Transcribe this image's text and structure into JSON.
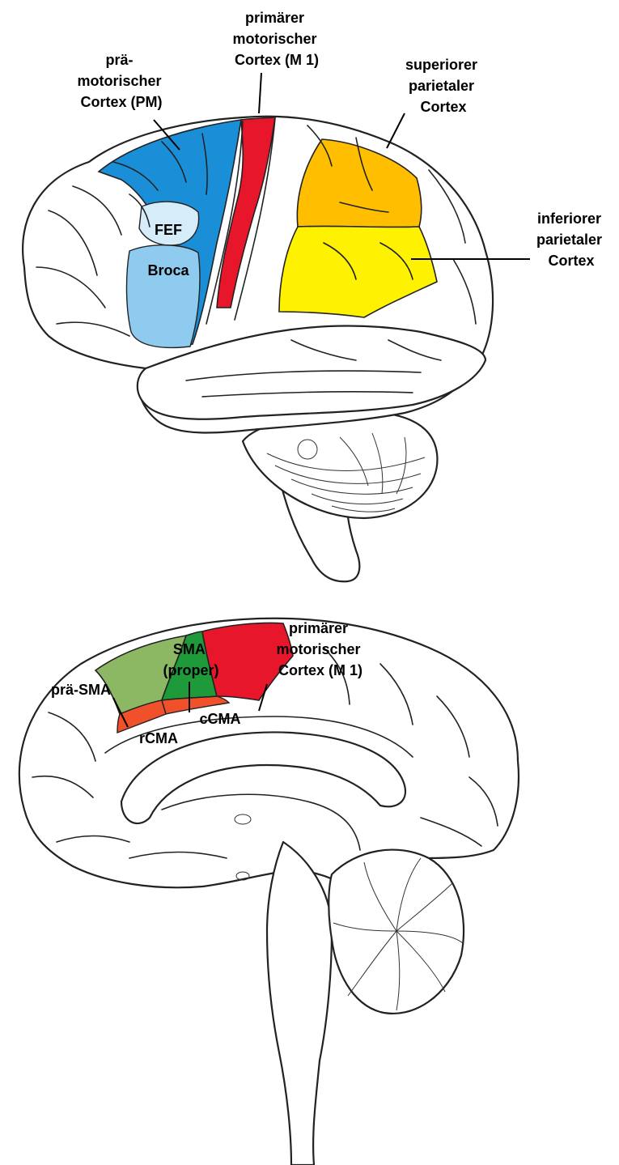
{
  "colors": {
    "premotor": "#1a8fd8",
    "fef": "#d6ecf8",
    "broca": "#8fcbef",
    "motor": "#e8162a",
    "superior_parietal": "#ffbf00",
    "inferior_parietal": "#fff200",
    "pre_sma": "#8db863",
    "sma": "#1e9a3a",
    "cma": "#f0502a",
    "motor_medial": "#e8162a"
  },
  "lateral_view": {
    "labels": {
      "premotor": [
        "prä-",
        "motorischer",
        "Cortex (PM)"
      ],
      "primary_motor": [
        "primärer",
        "motorischer",
        "Cortex (M 1)"
      ],
      "superior_parietal": [
        "superiorer",
        "parietaler",
        "Cortex"
      ],
      "inferior_parietal": [
        "inferiorer",
        "parietaler",
        "Cortex"
      ],
      "fef": "FEF",
      "broca": "Broca"
    }
  },
  "medial_view": {
    "labels": {
      "pre_sma": "prä-SMA",
      "sma": [
        "SMA",
        "(proper)"
      ],
      "primary_motor": [
        "primärer",
        "motorischer",
        "Cortex (M 1)"
      ],
      "rcma": "rCMA",
      "ccma": "cCMA"
    }
  }
}
